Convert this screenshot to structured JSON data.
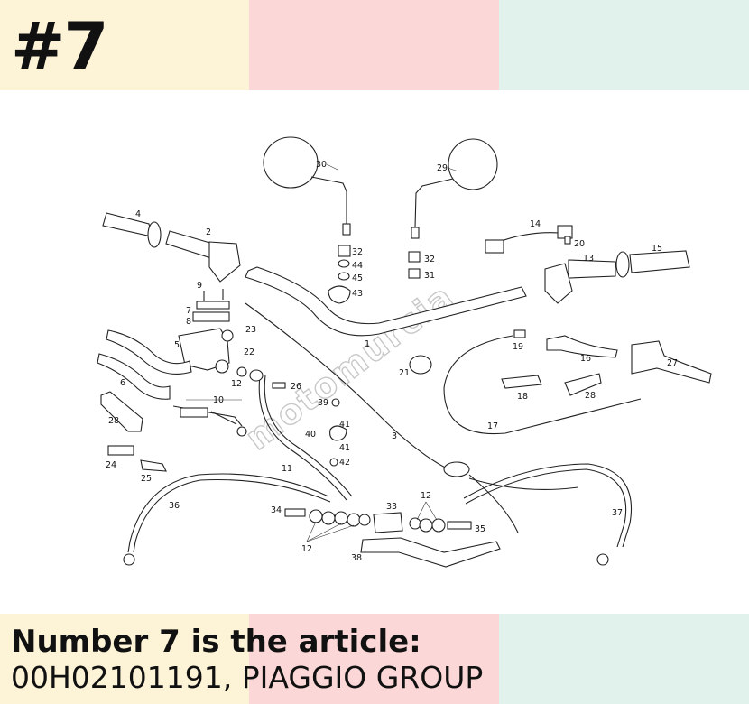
{
  "badge": "#7",
  "caption": {
    "title": "Number 7 is the article:",
    "subtitle": "00H02101191, PIAGGIO GROUP"
  },
  "watermark": "motomurcia",
  "band_colors": [
    "#fdf3d6",
    "#fbd8d7",
    "#e1f2ec"
  ],
  "callouts": {
    "n1": "1",
    "n2": "2",
    "n3": "3",
    "n4": "4",
    "n5": "5",
    "n6": "6",
    "n7": "7",
    "n8": "8",
    "n9": "9",
    "n10": "10",
    "n11": "11",
    "n12a": "12",
    "n12b": "12",
    "n12c": "12",
    "n13": "13",
    "n14": "14",
    "n15": "15",
    "n16": "16",
    "n17": "17",
    "n18": "18",
    "n19": "19",
    "n20": "20",
    "n21": "21",
    "n22": "22",
    "n23": "23",
    "n24": "24",
    "n25": "25",
    "n26": "26",
    "n27": "27",
    "n28a": "28",
    "n28b": "28",
    "n29": "29",
    "n30": "30",
    "n31": "31",
    "n32a": "32",
    "n32b": "32",
    "n33": "33",
    "n34": "34",
    "n35": "35",
    "n36": "36",
    "n37": "37",
    "n38": "38",
    "n39": "39",
    "n40": "40",
    "n41a": "41",
    "n41b": "41",
    "n42": "42",
    "n43": "43",
    "n44": "44",
    "n45": "45"
  }
}
